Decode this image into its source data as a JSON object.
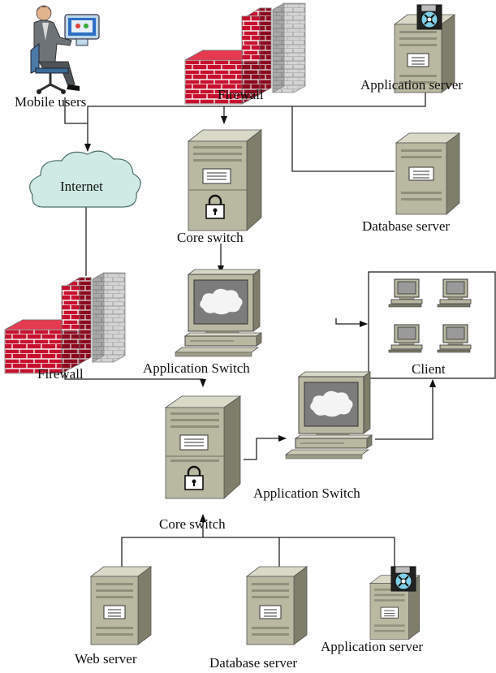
{
  "labels": {
    "mobile_users": "Mobile users",
    "firewall_top": "Firewall",
    "app_server_top": "Application server",
    "internet": "Internet",
    "core_switch_top": "Core switch",
    "database_server_top": "Database server",
    "firewall_mid": "Firewall",
    "app_switch_top": "Application Switch",
    "client": "Client",
    "app_switch_bottom": "Application Switch",
    "core_switch_bottom": "Core switch",
    "web_server": "Web server",
    "database_server_bottom": "Database server",
    "app_server_bottom": "Application server"
  },
  "colors": {
    "server_front": "#b9b9a2",
    "server_side": "#7e7e6a",
    "server_top": "#d6d6c4",
    "monitor_screen": "#7c7c7c",
    "cloud_fill": "#cfeae3",
    "brick_red": "#c8102e",
    "brick_gray": "#d2d2d2",
    "line": "#222222"
  }
}
